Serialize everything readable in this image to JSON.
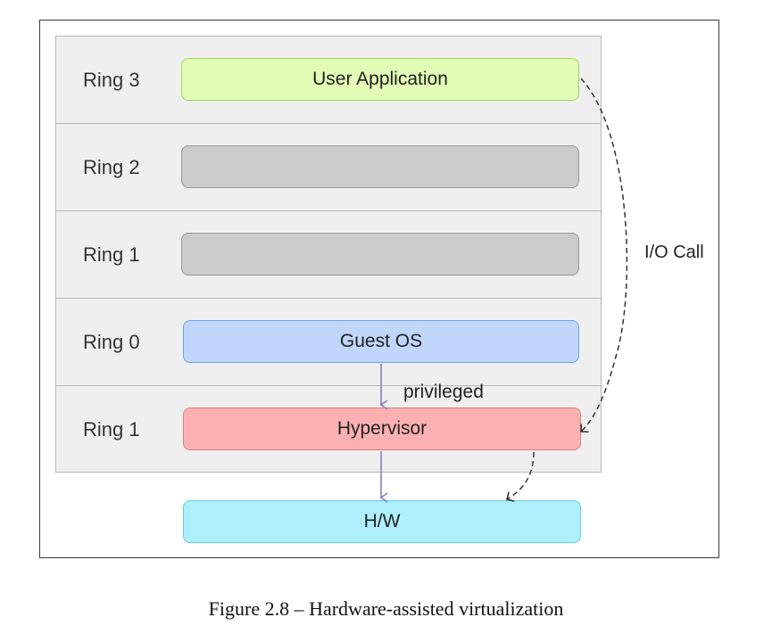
{
  "rings": [
    {
      "label": "Ring 3",
      "box_label": "User Application",
      "box_color": "#e2fbb6",
      "box_border": "#9fd85a"
    },
    {
      "label": "Ring 2",
      "box_label": "",
      "box_color": "#cbcbcb",
      "box_border": "#9a9a9a"
    },
    {
      "label": "Ring 1",
      "box_label": "",
      "box_color": "#cbcbcb",
      "box_border": "#9a9a9a"
    },
    {
      "label": "Ring 0",
      "box_label": "Guest OS",
      "box_color": "#c0d6fb",
      "box_border": "#6fa2e8"
    },
    {
      "label": "Ring 1",
      "box_label": "Hypervisor",
      "box_color": "#fbb1b1",
      "box_border": "#e07b7b"
    }
  ],
  "hardware": {
    "label": "H/W",
    "color": "#aeeffc",
    "border": "#5fcde6"
  },
  "annotations": {
    "privileged": "privileged",
    "io_call": "I/O Call"
  },
  "caption": "Figure 2.8 – Hardware-assisted virtualization",
  "colors": {
    "arrow_solid": "#8a7bc4",
    "arrow_dashed": "#333333"
  }
}
